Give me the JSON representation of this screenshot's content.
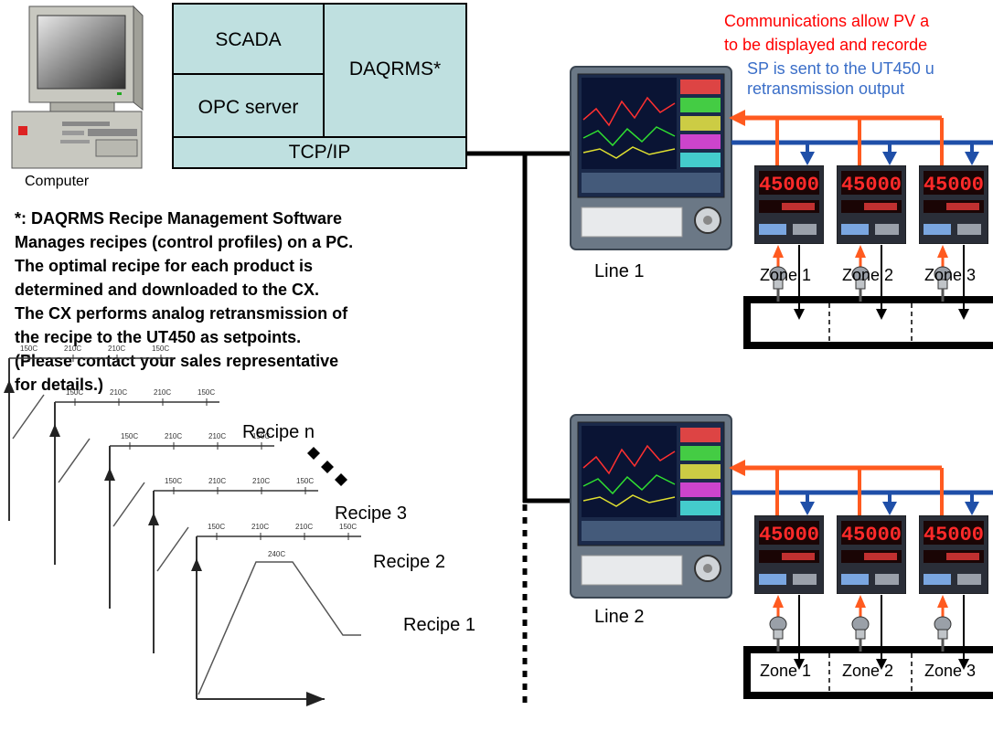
{
  "computer": {
    "label": "Computer"
  },
  "software_stack": {
    "scada": "SCADA",
    "daqrms": "DAQRMS*",
    "opc": "OPC server",
    "tcpip": "TCP/IP"
  },
  "note": {
    "lines": [
      "*: DAQRMS Recipe Management Software",
      "Manages recipes (control profiles) on a PC.",
      "The optimal recipe for each product is",
      "determined and downloaded to the CX.",
      "The CX performs analog retransmission of",
      "the recipe to the UT450 as setpoints.",
      "(Please contact your sales representative",
      "for details.)"
    ]
  },
  "communications": {
    "pv_line1": "Communications allow PV a",
    "pv_line2": "to be displayed and recorde",
    "sp_line1": "SP is sent to the UT450 u",
    "sp_line2": "retransmission output"
  },
  "lines": [
    {
      "label": "Line 1",
      "zones": [
        "Zone 1",
        "Zone 2",
        "Zone 3"
      ]
    },
    {
      "label": "Line 2",
      "zones": [
        "Zone 1",
        "Zone 2",
        "Zone 3"
      ]
    }
  ],
  "controller_display": "45000",
  "recipes": {
    "n": "Recipe n",
    "r3": "Recipe 3",
    "r2": "Recipe 2",
    "r1": "Recipe 1"
  },
  "recipe_card": {
    "ticks": [
      "150C",
      "210C",
      "210C",
      "150C"
    ],
    "peak": "240C"
  },
  "colors": {
    "pv_arrow": "#ff5a1f",
    "sp_arrow": "#1f4fa8",
    "box_fill": "#bfe0e0",
    "recorder_frame": "#5b6a78"
  }
}
